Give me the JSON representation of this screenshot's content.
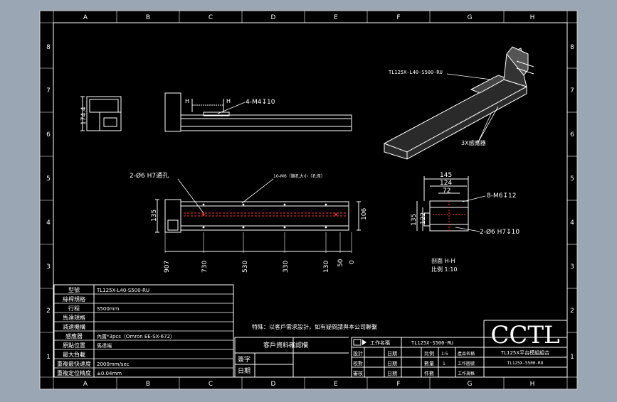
{
  "colors": {
    "window_bg": "#9aa6b4",
    "sheet_bg": "#000000",
    "line": "#ffffff",
    "dim": "#e8e8e8",
    "hidden": "#ff3030",
    "body_fill": "#2a2a2a"
  },
  "frame": {
    "col_labels": [
      "A",
      "B",
      "C",
      "D",
      "E",
      "F",
      "G",
      "H"
    ],
    "row_labels": [
      "8",
      "7",
      "6",
      "5",
      "4",
      "3",
      "2",
      "1"
    ]
  },
  "top_view": {
    "height_dim": "174.4",
    "section_mark_left": "H",
    "section_mark_right": "H",
    "hole_callout": "4-M4↧10"
  },
  "iso_view": {
    "model_label": "TL125X-L40-S500-RU",
    "sensor_label": "3X感應器"
  },
  "front_view": {
    "pin_callout": "2-Ø6 H7通孔",
    "slot_callout": "10-M6（順孔大小（孔徑）",
    "height_dim_left": "135",
    "height_dim_right": "106",
    "bottom_dims": [
      "907",
      "730",
      "530",
      "330",
      "130",
      "50",
      "0"
    ]
  },
  "section_view": {
    "width_dims": [
      "145",
      "124",
      "72"
    ],
    "height_dims": [
      "135",
      "122"
    ],
    "thread_callout": "8-M6↧12",
    "pin_callout": "2-Ø6  H7↧10",
    "section_name": "剖面 H-H",
    "scale_label": "比例 1:10"
  },
  "spec_table": [
    {
      "label": "型號",
      "value": "TL125X-L40-S500-RU"
    },
    {
      "label": "絲桿規格",
      "value": ""
    },
    {
      "label": "行程",
      "value": "S500mm"
    },
    {
      "label": "馬達規格",
      "value": ""
    },
    {
      "label": "減速機構",
      "value": ""
    },
    {
      "label": "感應器",
      "value": "內置*3pcs（Omron EE-SX-672）"
    },
    {
      "label": "原點位置",
      "value": "馬達端"
    },
    {
      "label": "最大負載",
      "value": ""
    },
    {
      "label": "重複最快速度",
      "value": "2000mm/sec"
    },
    {
      "label": "重複定位精度",
      "value": "±0.04mm"
    }
  ],
  "notes": {
    "special_note": "特殊：以客戶需求設計，如有疑問請與本公司聯繫",
    "customer_confirm": "客戶資料確認欄",
    "sign_label": "簽字",
    "date_label": "日期"
  },
  "title_block": {
    "company_short": "工作名稱",
    "model_code": "TL125X-S500-RU",
    "row1": [
      "設計",
      "日期",
      "比例",
      "1:5"
    ],
    "row2": [
      "校對",
      "日期",
      "數量",
      "1"
    ],
    "row3": [
      "審核",
      "日期",
      "件數"
    ],
    "part_name_label": "產品名稱",
    "drawing_no_label": "工作圖號",
    "spec_label": "工作規格",
    "logo": "CCTL",
    "product_name": "TL125X平台模組組合",
    "drawing_no": "TL125X-S500-RU"
  }
}
